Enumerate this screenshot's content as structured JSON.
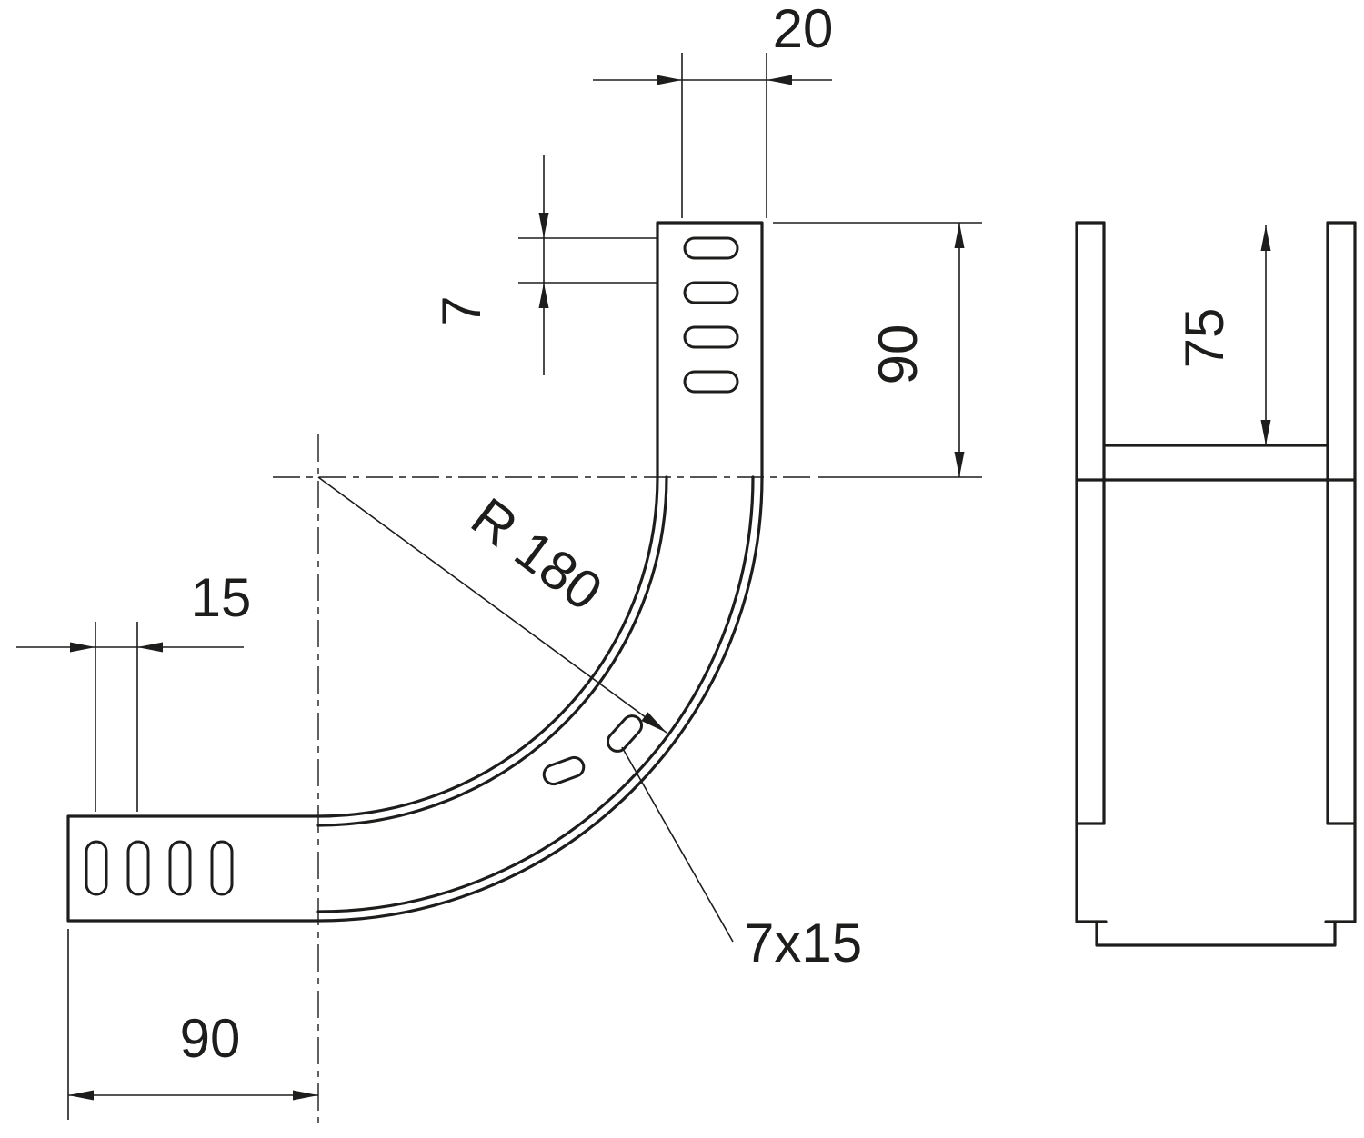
{
  "drawing": {
    "type": "technical-dimension-drawing",
    "main_view": {
      "dim_top_slot_width": "20",
      "dim_slot_height": "7",
      "dim_vertical_leg": "90",
      "dim_slot_pitch": "15",
      "dim_horizontal_leg": "90",
      "radius_label": "R 180",
      "slot_size_label": "7x15"
    },
    "side_view": {
      "dim_side_height": "75"
    },
    "colors": {
      "line": "#1d1d1b",
      "background": "#ffffff"
    }
  }
}
